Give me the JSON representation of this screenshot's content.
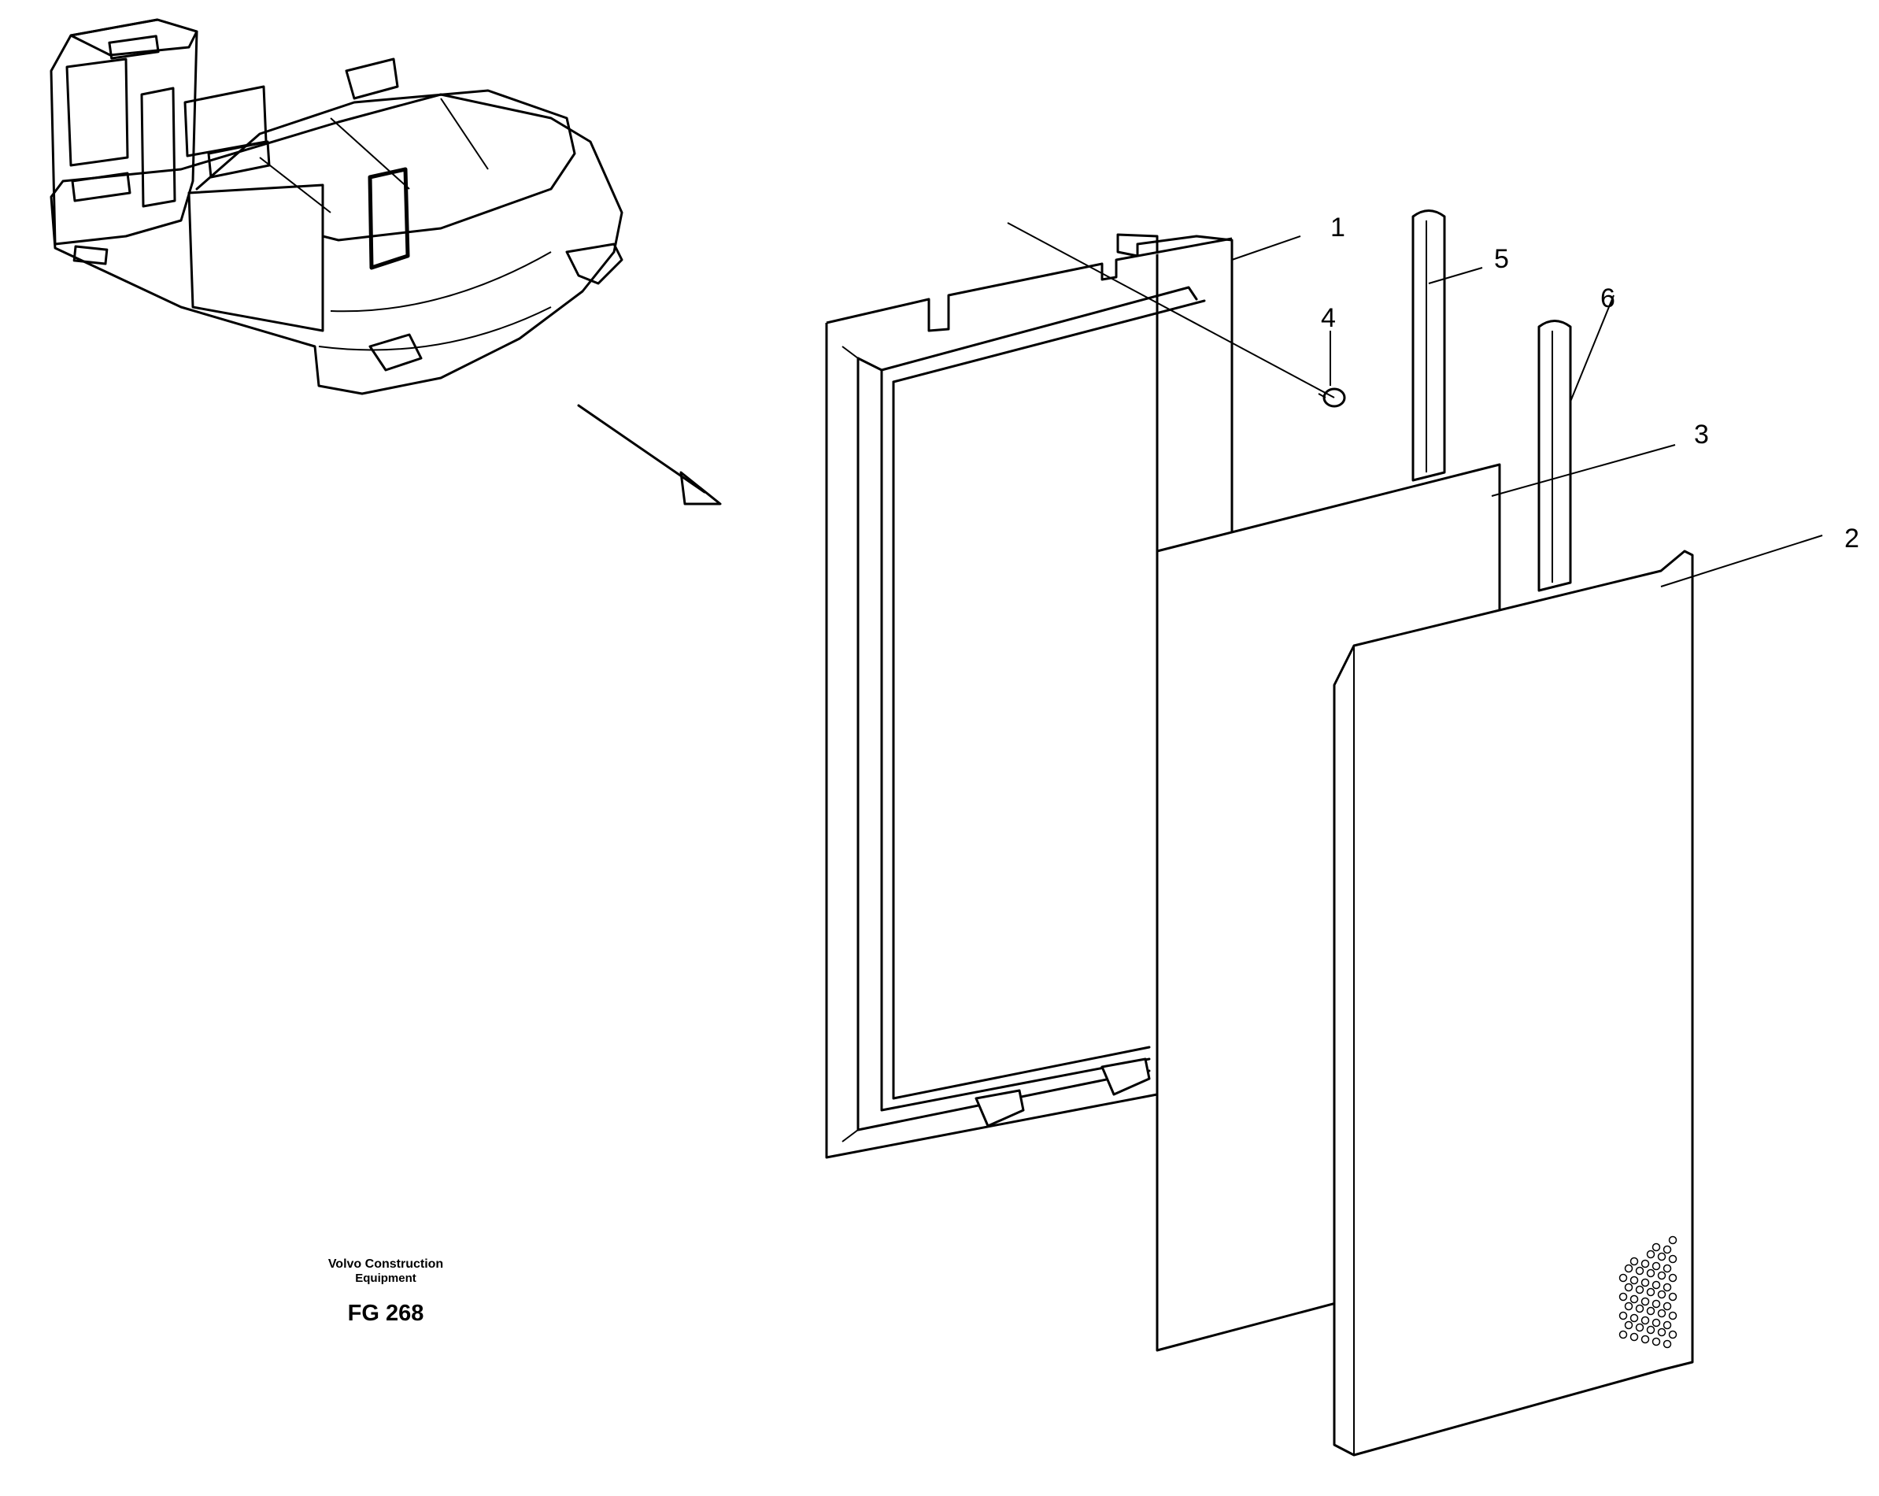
{
  "figure": {
    "manufacturer_line1": "Volvo Construction",
    "manufacturer_line2": "Equipment",
    "figure_code": "FG 268"
  },
  "callouts": [
    {
      "id": "1",
      "label": "1"
    },
    {
      "id": "2",
      "label": "2"
    },
    {
      "id": "3",
      "label": "3"
    },
    {
      "id": "4",
      "label": "4"
    },
    {
      "id": "5",
      "label": "5"
    },
    {
      "id": "6",
      "label": "6"
    }
  ],
  "icons": {
    "machine": "excavator-overview-icon",
    "direction": "arrow-icon"
  }
}
